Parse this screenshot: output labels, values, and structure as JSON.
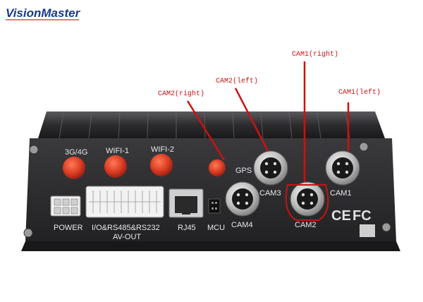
{
  "brand": {
    "name": "VisionMaster"
  },
  "antenna_labels": {
    "cellular": "3G/4G",
    "wifi1": "WIFI-1",
    "wifi2": "WIFI-2",
    "gps": "GPS"
  },
  "port_labels": {
    "power": "POWER",
    "io_line1": "I/O&RS485&RS232",
    "io_line2": "AV-OUT",
    "rj45": "RJ45",
    "mcu": "MCU",
    "cam1": "CAM1",
    "cam2": "CAM2",
    "cam3": "CAM3",
    "cam4": "CAM4"
  },
  "certifications": {
    "ce": "CE",
    "fc": "FC"
  },
  "callouts": {
    "cam1_right": "CAM1(right)",
    "cam1_left": "CAM1(left)",
    "cam2_left": "CAM2(left)",
    "cam2_right": "CAM2(right)"
  },
  "colors": {
    "callout": "#cc1111",
    "antenna": "#d93a22",
    "chassis": "#2a2a2c",
    "brand": "#1a3a8a"
  }
}
